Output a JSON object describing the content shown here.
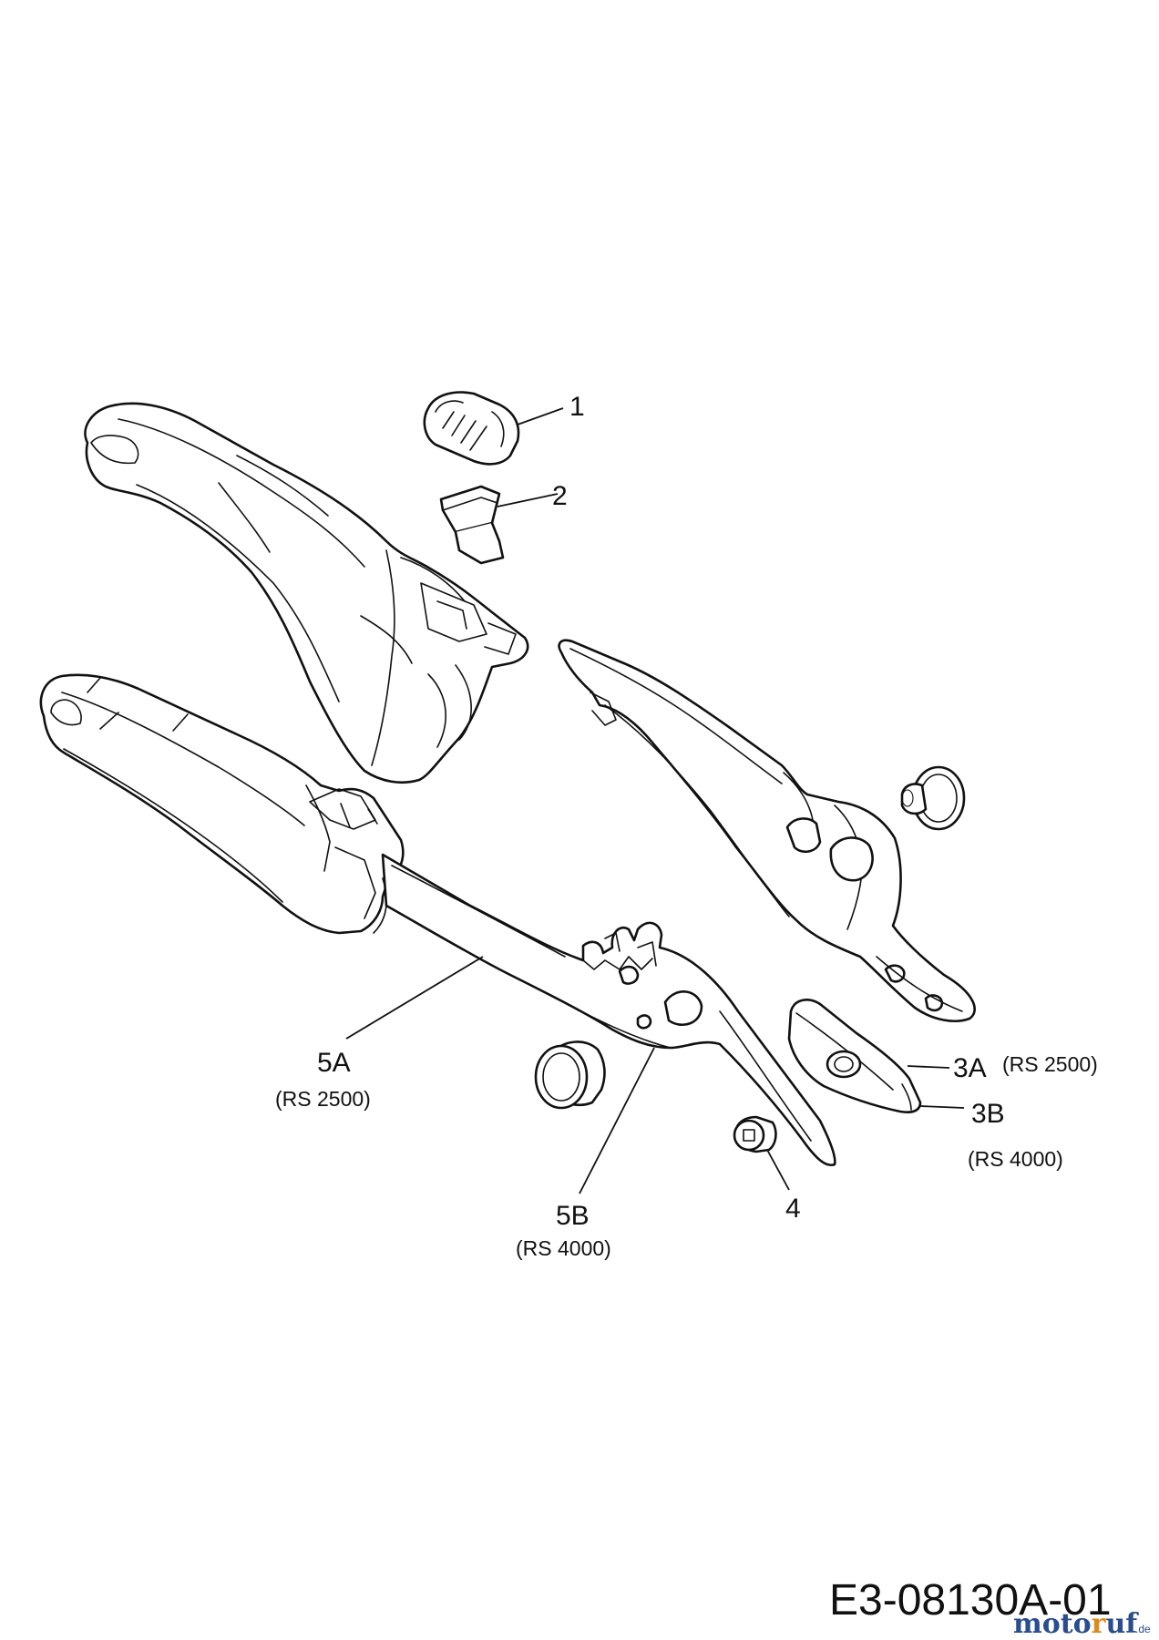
{
  "callouts": {
    "c1": "1",
    "c2": "2",
    "c3a": "3A",
    "c3a_note": "(RS 2500)",
    "c3b": "3B",
    "c3b_note": "(RS 4000)",
    "c4": "4",
    "c5a": "5A",
    "c5a_note": "(RS 2500)",
    "c5b": "5B",
    "c5b_note": "(RS 4000)"
  },
  "drawing_code": "E3-08130A-01",
  "watermark": {
    "text": "motoruf.de",
    "main_color": "#2a4d8f",
    "accent_color": "#e08a1a"
  }
}
